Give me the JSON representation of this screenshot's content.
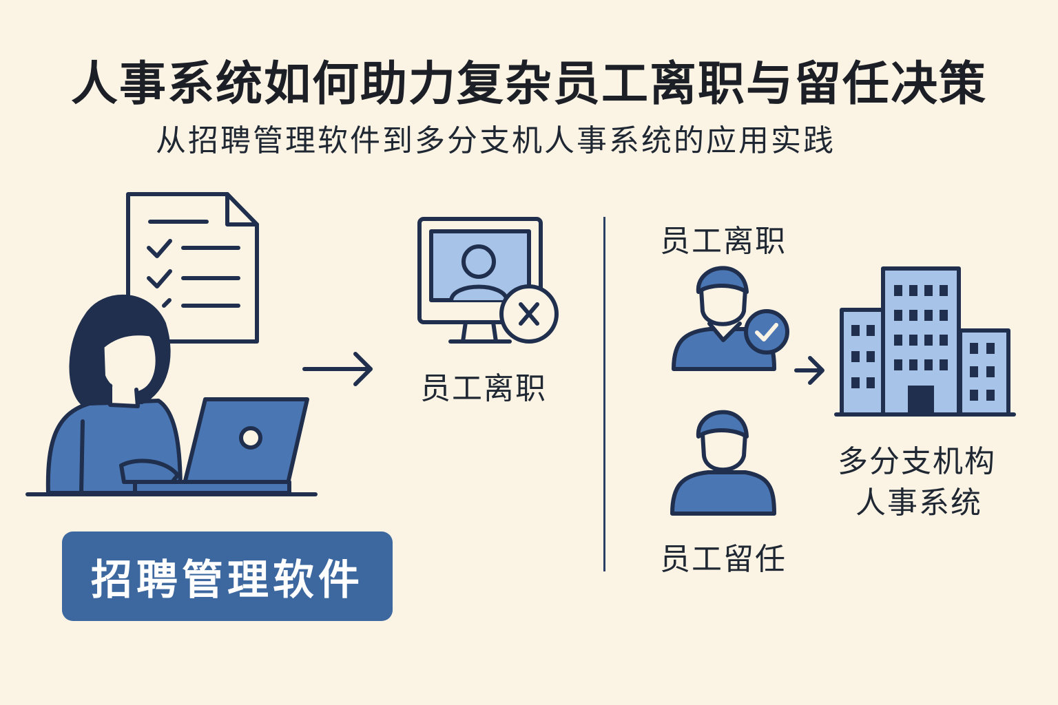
{
  "header": {
    "title": "人事系统如何助力复杂员工离职与留任决策",
    "subtitle": "从招聘管理软件到多分支机人事系统的应用实践"
  },
  "left_panel": {
    "button_label": "招聘管理软件",
    "icons": [
      "checklist-document-icon",
      "woman-at-laptop-icon"
    ]
  },
  "middle_panel": {
    "label": "员工离职",
    "icons": [
      "monitor-user-removed-icon",
      "x-circle-icon"
    ]
  },
  "right_panel": {
    "top_label": "员工离职",
    "bottom_label": "员工留任",
    "org_label_line1": "多分支机构",
    "org_label_line2": "人事系统",
    "icons": [
      "employee-check-icon",
      "employee-icon",
      "office-buildings-icon"
    ]
  },
  "colors": {
    "background": "#fbf3e4",
    "outline": "#1f2f4d",
    "fill_dark": "#4a77b4",
    "fill_light": "#a7c3e7",
    "button": "#3c689f"
  }
}
